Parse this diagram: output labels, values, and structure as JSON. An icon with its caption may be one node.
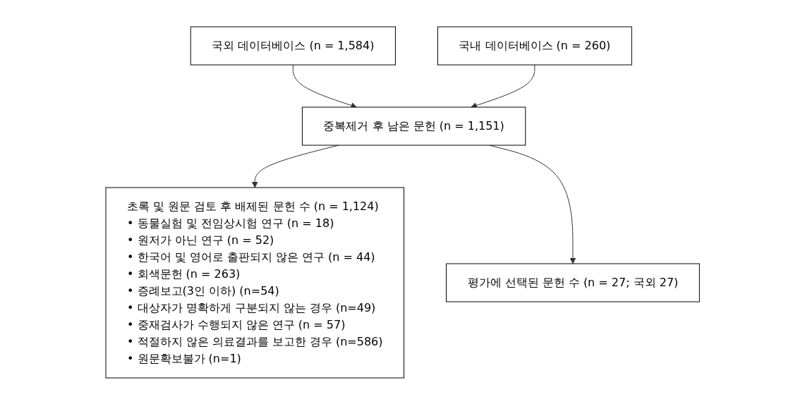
{
  "diagram": {
    "nodes": [
      {
        "text": [
          "국외 데이터베이스 (n = 1,584)"
        ]
      },
      {
        "text": [
          "국내 데이터베이스 (n = 260)"
        ]
      },
      {
        "text": [
          "중복제거 후 남은 문헌 (n = 1,151)"
        ]
      },
      {
        "text": [
          "초록 및 원문 검토 후 배제된 문헌 수 (n = 1,124)",
          "• 동물실험 및 전임상시험 연구 (n = 18)",
          "• 원저가 아닌 연구 (n = 52)",
          "• 한국어 및 영어로 출판되지 않은 연구 (n = 44)",
          "• 회색문헌 (n = 263)",
          "• 증례보고(3인 이하) (n=54)",
          "• 대상자가 명확하게 구분되지 않는 경우 (n=49)",
          "• 중재검사가 수행되지 않은 연구 (n = 57)",
          "• 적절하지 않은 의료결과를 보고한 경우 (n=586)",
          "• 원문확보불가 (n=1)"
        ]
      },
      {
        "text": [
          "평가에 선택된 문헌 수 (n = 27; 국외 27)"
        ]
      }
    ],
    "edges": [
      {
        "from": 0,
        "to": 2,
        "arrow": "to"
      },
      {
        "from": 1,
        "to": 2,
        "arrow": "to"
      },
      {
        "from": 2,
        "to": 3,
        "arrow": "to"
      },
      {
        "from": 2,
        "to": 4,
        "arrow": "to"
      }
    ]
  }
}
